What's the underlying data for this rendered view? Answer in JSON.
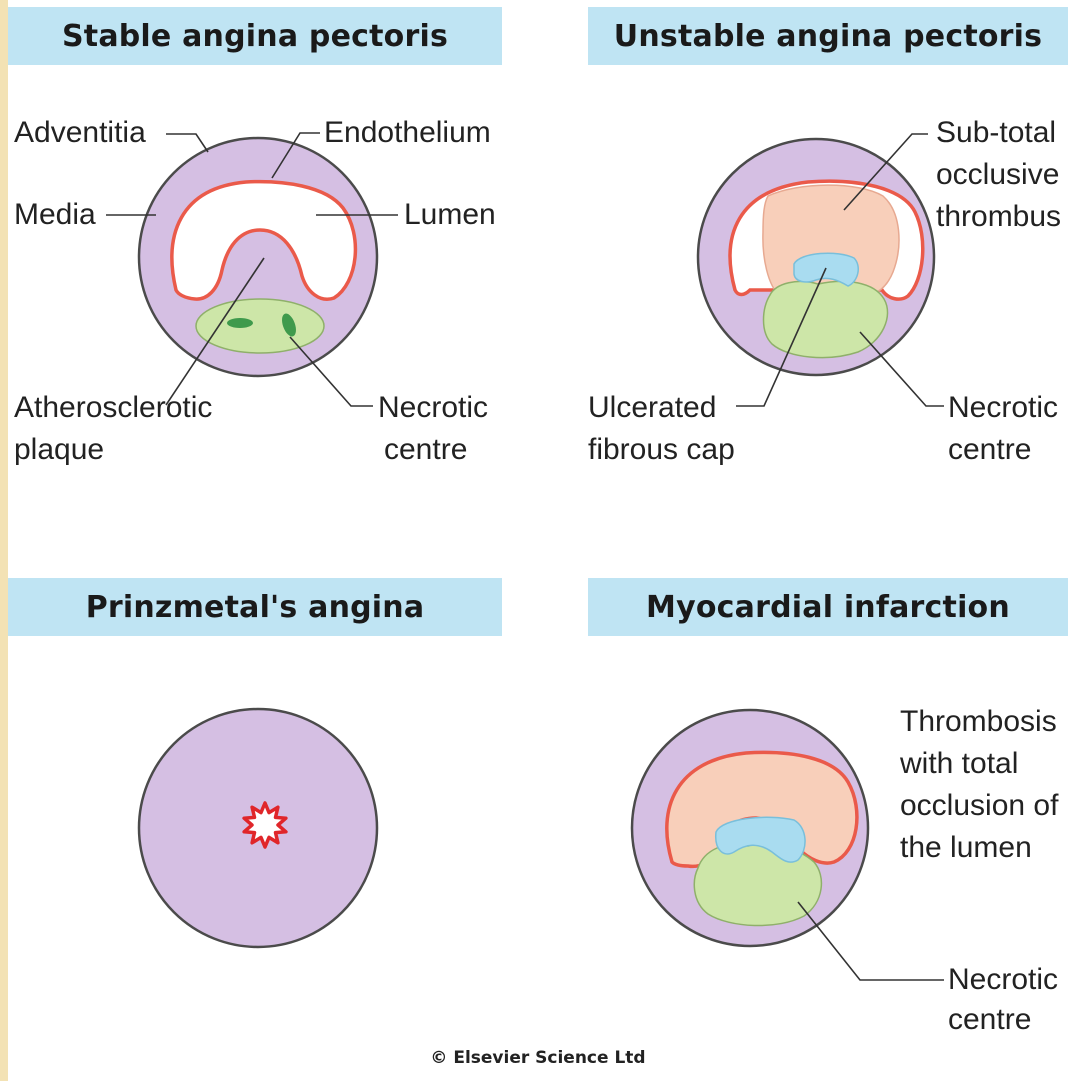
{
  "panels": {
    "stable": {
      "title": "Stable angina pectoris",
      "labels": {
        "adventitia": "Adventitia",
        "endothelium": "Endothelium",
        "media": "Media",
        "lumen": "Lumen",
        "plaque_line1": "Atherosclerotic",
        "plaque_line2": "plaque",
        "necrotic_line1": "Necrotic",
        "necrotic_line2": "centre"
      }
    },
    "unstable": {
      "title": "Unstable angina pectoris",
      "labels": {
        "thrombus_line1": "Sub-total",
        "thrombus_line2": "occlusive",
        "thrombus_line3": "thrombus",
        "cap_line1": "Ulcerated",
        "cap_line2": "fibrous cap",
        "necrotic_line1": "Necrotic",
        "necrotic_line2": "centre"
      }
    },
    "prinzmetal": {
      "title": "Prinzmetal's angina"
    },
    "mi": {
      "title": "Myocardial infarction",
      "labels": {
        "thrombosis_line1": "Thrombosis",
        "thrombosis_line2": "with total",
        "thrombosis_line3": "occlusion of",
        "thrombosis_line4": "the lumen",
        "necrotic_line1": "Necrotic",
        "necrotic_line2": "centre"
      }
    }
  },
  "copyright": "© Elsevier Science Ltd",
  "colors": {
    "background": "#f3e2b4",
    "banner": "#bfe4f3",
    "vessel_wall": "#d5bfe3",
    "endothelium": "#ea5a4a",
    "plaque": "#cde6a8",
    "necrotic_spots": "#3f9a4c",
    "thrombus": "#f8cfba",
    "fibrous_cap": "#a9dcf0",
    "spasm_outline": "#e0262a"
  }
}
